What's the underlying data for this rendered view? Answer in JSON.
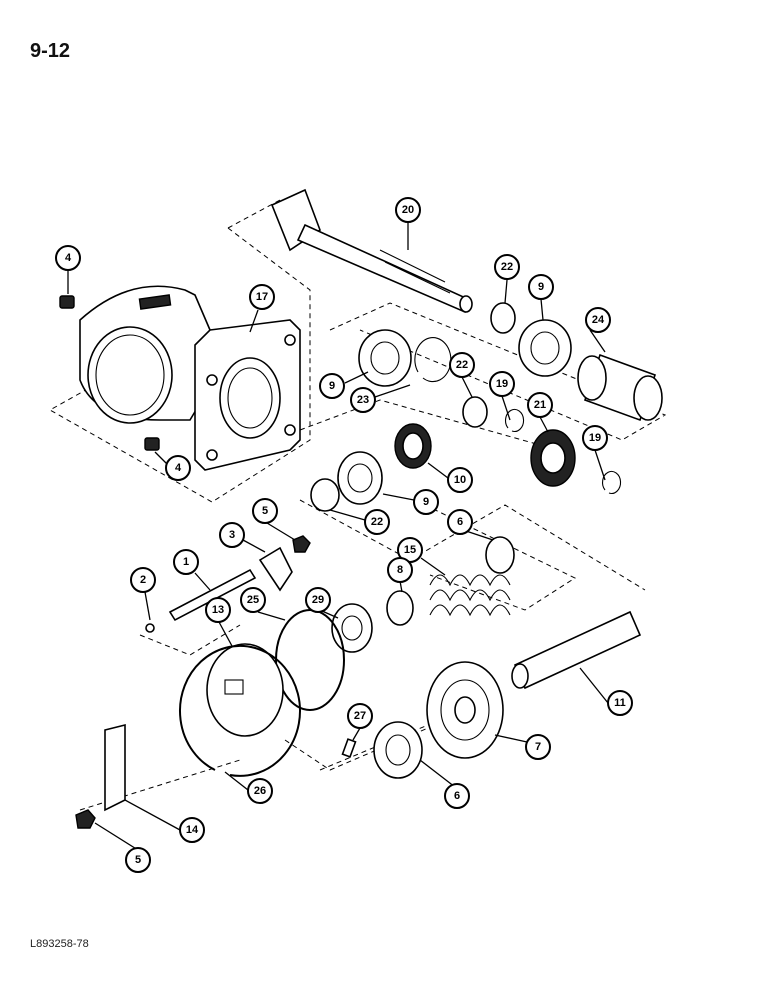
{
  "page": {
    "number": "9-12",
    "figure_code": "L893258-78"
  },
  "callouts": [
    {
      "id": "c4a",
      "label": "4"
    },
    {
      "id": "c17",
      "label": "17"
    },
    {
      "id": "c20",
      "label": "20"
    },
    {
      "id": "c22a",
      "label": "22"
    },
    {
      "id": "c9a",
      "label": "9"
    },
    {
      "id": "c24",
      "label": "24"
    },
    {
      "id": "c9b",
      "label": "9"
    },
    {
      "id": "c23",
      "label": "23"
    },
    {
      "id": "c22b",
      "label": "22"
    },
    {
      "id": "c19a",
      "label": "19"
    },
    {
      "id": "c21",
      "label": "21"
    },
    {
      "id": "c19b",
      "label": "19"
    },
    {
      "id": "c4b",
      "label": "4"
    },
    {
      "id": "c10",
      "label": "10"
    },
    {
      "id": "c9c",
      "label": "9"
    },
    {
      "id": "c22c",
      "label": "22"
    },
    {
      "id": "c5a",
      "label": "5"
    },
    {
      "id": "c3",
      "label": "3"
    },
    {
      "id": "c6a",
      "label": "6"
    },
    {
      "id": "c1",
      "label": "1"
    },
    {
      "id": "c15",
      "label": "15"
    },
    {
      "id": "c2",
      "label": "2"
    },
    {
      "id": "c8",
      "label": "8"
    },
    {
      "id": "c13",
      "label": "13"
    },
    {
      "id": "c25",
      "label": "25"
    },
    {
      "id": "c29",
      "label": "29"
    },
    {
      "id": "c11",
      "label": "11"
    },
    {
      "id": "c27",
      "label": "27"
    },
    {
      "id": "c7",
      "label": "7"
    },
    {
      "id": "c26",
      "label": "26"
    },
    {
      "id": "c6b",
      "label": "6"
    },
    {
      "id": "c14",
      "label": "14"
    },
    {
      "id": "c5b",
      "label": "5"
    }
  ]
}
